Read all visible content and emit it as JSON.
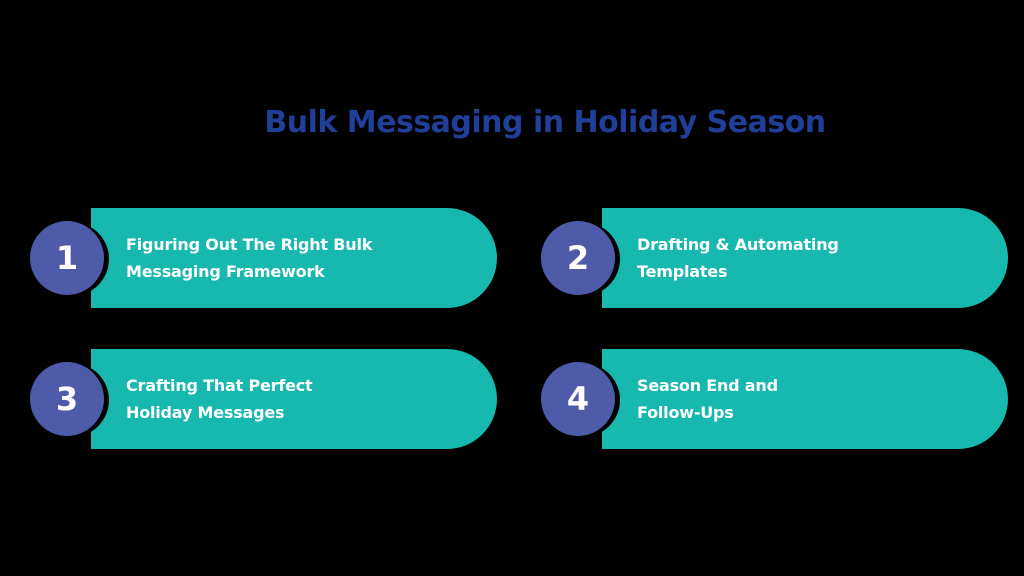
{
  "title": "Bulk Messaging in Holiday Season",
  "colors": {
    "background": "#000000",
    "title": "#1F3F99",
    "card": "#17B8AE",
    "badge": "#4E5BA8",
    "text": "#FFFFFF"
  },
  "steps": [
    {
      "number": "1",
      "line1": "Figuring Out The Right Bulk",
      "line2": "Messaging Framework"
    },
    {
      "number": "2",
      "line1": "Drafting & Automating",
      "line2": "Templates"
    },
    {
      "number": "3",
      "line1": "Crafting That Perfect",
      "line2": "Holiday Messages"
    },
    {
      "number": "4",
      "line1": "Season End and",
      "line2": "Follow-Ups"
    }
  ]
}
